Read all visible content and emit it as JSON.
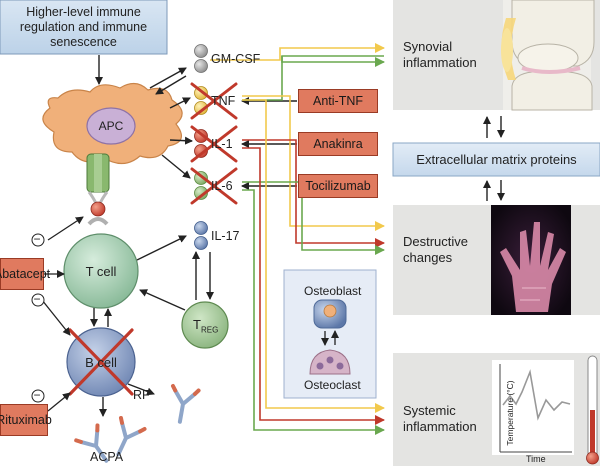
{
  "senescence_box": "Higher-level immune regulation and immune senescence",
  "cells": {
    "apc": "APC",
    "tcell": "T cell",
    "bcell": "B cell",
    "treg_main": "T",
    "treg_sub": "REG",
    "osteoblast": "Osteoblast",
    "osteoclast": "Osteoclast"
  },
  "cytokines": {
    "gmcsf": "GM-CSF",
    "tnf": "TNF",
    "il1": "IL-1",
    "il6": "IL-6",
    "il17": "IL-17"
  },
  "drugs": {
    "anti_tnf": "Anti-TNF",
    "anakinra": "Anakinra",
    "tocilizumab": "Tocilizumab",
    "abatacept": "Abatacept",
    "rituximab": "Rituximab"
  },
  "antibodies": {
    "rf": "RF",
    "acpa": "ACPA"
  },
  "inhibit_symbol": "−",
  "outcomes": {
    "synovial": "Synovial inflammation",
    "ecm": "Extracellular matrix proteins",
    "destructive": "Destructive changes",
    "systemic": "Systemic inflammation"
  },
  "temperature_chart": {
    "ylabel": "Temperature (°C)",
    "xlabel": "Time"
  },
  "colors": {
    "apc": "#f0b07a",
    "tcell": "#a9cfb2",
    "bcell": "#8fa4c8",
    "drug": "#e07a5f",
    "box": "#cfdff0",
    "arrow_yellow": "#f2c94c",
    "arrow_green": "#6aa84f",
    "arrow_red": "#c0392b",
    "cross": "#c0392b"
  }
}
